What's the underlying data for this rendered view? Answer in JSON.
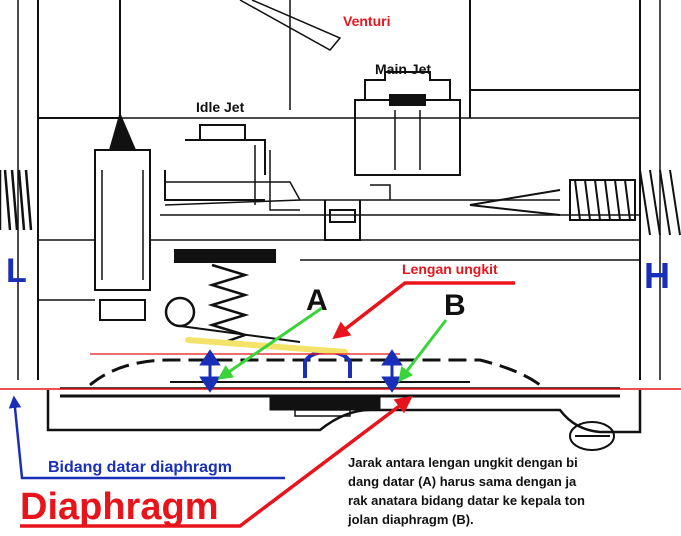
{
  "labels": {
    "venturi": "Venturi",
    "main_jet": "Main Jet",
    "idle_jet": "Idle Jet",
    "left_side": "L",
    "right_side": "H",
    "lengan_ungkit": "Lengan ungkit",
    "point_a": "A",
    "point_b": "B",
    "bidang_datar": "Bidang datar diaphragm",
    "diaphragm": "Diaphragm"
  },
  "description": {
    "lines": [
      "Jarak antara lengan ungkit dengan bi",
      "dang datar (A) harus sama dengan ja",
      "rak anatara bidang datar ke kepala ton",
      "jolan diaphragm (B)."
    ]
  },
  "colors": {
    "red": "#e8141c",
    "blue": "#1a2fb8",
    "green": "#3ad33a",
    "yellow": "#f3e36a",
    "ink": "#111111"
  }
}
